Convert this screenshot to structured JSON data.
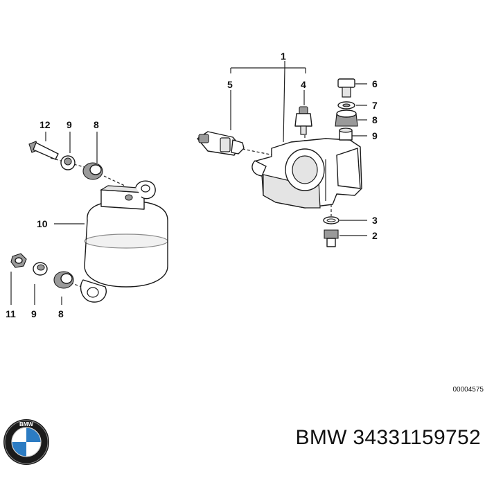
{
  "callouts": {
    "c1": "1",
    "c2": "2",
    "c3": "3",
    "c4": "4",
    "c5": "5",
    "c6": "6",
    "c7": "7",
    "c8_right": "8",
    "c9_right": "9",
    "c12": "12",
    "c9_top": "9",
    "c8_top": "8",
    "c10": "10",
    "c11": "11",
    "c9_bottom": "9",
    "c8_bottom": "8"
  },
  "reference_code": "00004575",
  "caption": "BMW 34331159752",
  "logo": {
    "icon": "bmw-roundel-icon",
    "ring_text": "BMW",
    "blue": "#2c7cc3",
    "ring": "#1b1b1b"
  }
}
